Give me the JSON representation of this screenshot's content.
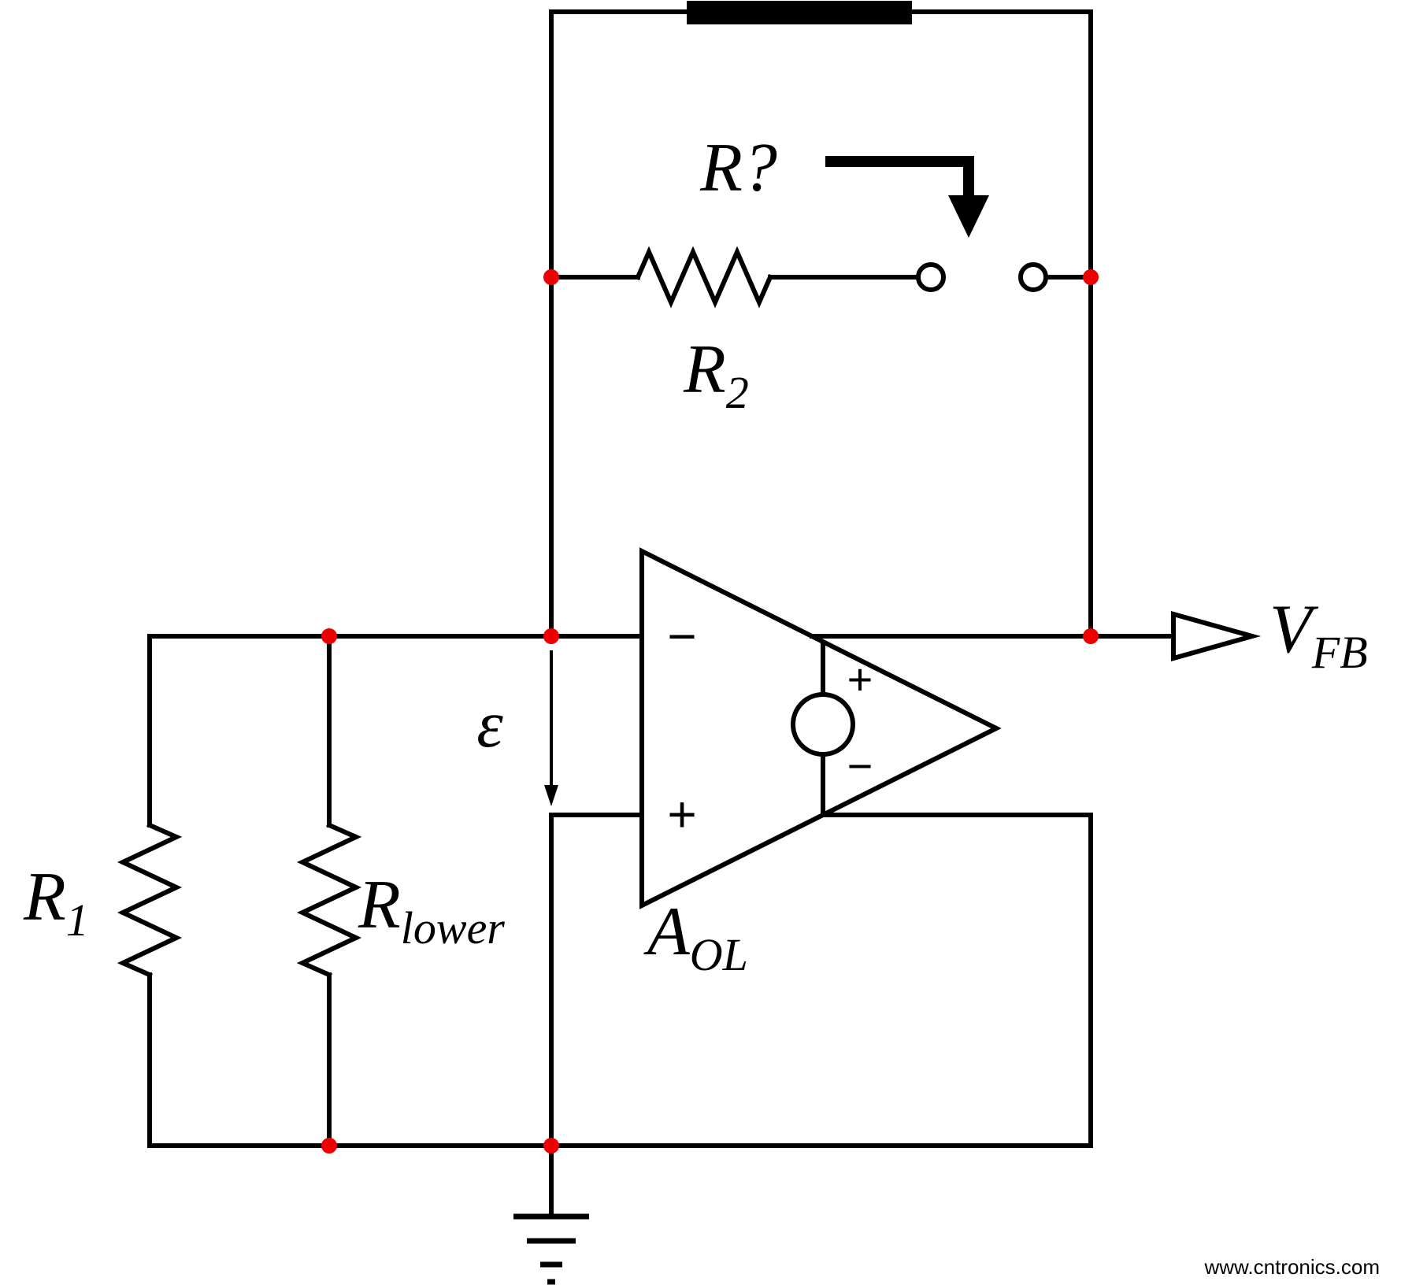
{
  "labels": {
    "r_question": {
      "main": "R",
      "suffix": "?"
    },
    "r2": {
      "main": "R",
      "sub": "2"
    },
    "r1": {
      "main": "R",
      "sub": "1"
    },
    "r_lower": {
      "main": "R",
      "sub": "lower"
    },
    "a_ol": {
      "main": "A",
      "sub": "OL"
    },
    "v_fb": {
      "main": "V",
      "sub": "FB"
    },
    "epsilon": "ε"
  },
  "opamp": {
    "inverting_input_mark": "−",
    "noninverting_input_mark": "+",
    "source_plus_mark": "+",
    "source_minus_mark": "−"
  },
  "colors": {
    "wire": "#000000",
    "node_dot": "#ee0000",
    "watermark": "#a9c6a9"
  },
  "watermark": {
    "text": "www.cntronics.com"
  }
}
